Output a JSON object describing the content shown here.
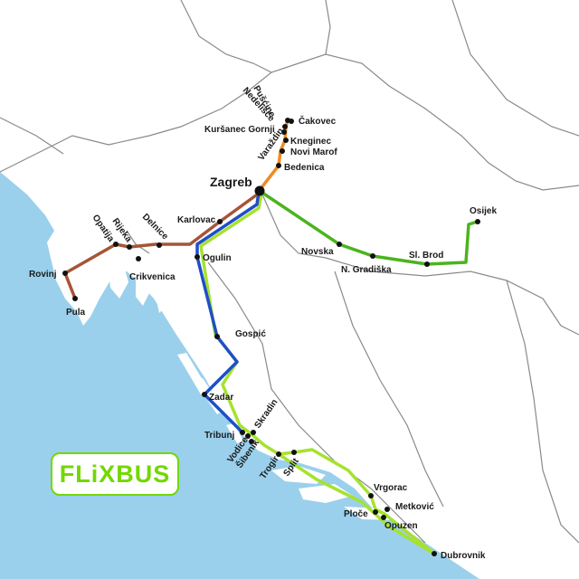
{
  "brand": {
    "logo_text": "FLiXBUS",
    "color": "#73d700"
  },
  "colors": {
    "sea": "#9ad0ec",
    "land": "#ffffff",
    "border": "#8a8a8a",
    "route_green": "#4bb41e",
    "route_lightgreen": "#a6e22e",
    "route_blue": "#1e4fc8",
    "route_brown": "#a55536",
    "route_orange": "#f08a24"
  },
  "cities": {
    "zagreb": "Zagreb",
    "pusca": "Pušćine",
    "nedelisce": "Nedelišće",
    "cakovec": "Čakovec",
    "kursanec": "Kuršanec Gornji",
    "kneginec": "Kneginec",
    "varazdin": "Varaždin",
    "novi_marof": "Novi Marof",
    "bedenica": "Bedenica",
    "osijek": "Osijek",
    "novska": "Novska",
    "sl_brod": "Sl. Brod",
    "n_gradiska": "N. Gradiška",
    "karlovac": "Karlovac",
    "ogulin": "Ogulin",
    "delnice": "Delnice",
    "rijeka": "Rijeka",
    "opatija": "Opatija",
    "crikvenica": "Crikvenica",
    "rovinj": "Rovinj",
    "pula": "Pula",
    "gospic": "Gospić",
    "zadar": "Zadar",
    "tribunj": "Tribunj",
    "skradin": "Skradin",
    "vodice": "Vodice",
    "sibenik": "Šibenik",
    "trogir": "Trogir",
    "split": "Split",
    "vrgorac": "Vrgorac",
    "metkovic": "Metković",
    "ploce": "Ploče",
    "opuzen": "Opuzen",
    "dubrovnik": "Dubrovnik"
  },
  "routes": [
    {
      "name": "",
      "color_key": "route_green"
    },
    {
      "name": "",
      "color_key": "route_lightgreen"
    },
    {
      "name": "",
      "color_key": "route_blue"
    },
    {
      "name": "",
      "color_key": "route_brown"
    },
    {
      "name": "",
      "color_key": "route_orange"
    }
  ]
}
